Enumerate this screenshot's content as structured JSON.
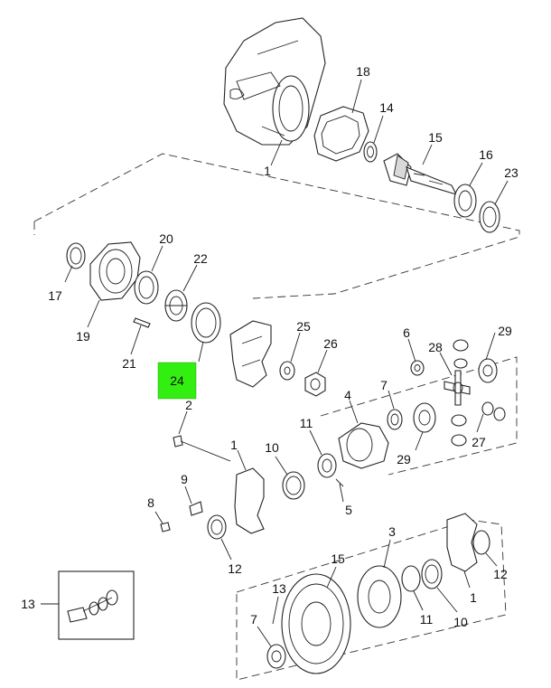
{
  "highlight": {
    "label": "24",
    "color": "#33ee11"
  },
  "callouts": {
    "c1_top": "1",
    "c18": "18",
    "c14": "14",
    "c15_top": "15",
    "c16": "16",
    "c23": "23",
    "c20": "20",
    "c22": "22",
    "c17": "17",
    "c19": "19",
    "c21": "21",
    "c25": "25",
    "c26": "26",
    "c6": "6",
    "c28": "28",
    "c29_top": "29",
    "c2": "2",
    "c4": "4",
    "c7_mid": "7",
    "c11_mid": "11",
    "c27": "27",
    "c1_mid": "1",
    "c10_mid": "10",
    "c29_mid": "29",
    "c9": "9",
    "c8": "8",
    "c5": "5",
    "c12_mid": "12",
    "c3": "3",
    "c15_bot": "15",
    "c12_bot": "12",
    "c13_inset": "13",
    "c13_bot": "13",
    "c7_bot": "7",
    "c11_bot": "11",
    "c10_bot": "10",
    "c1_bot": "1"
  }
}
